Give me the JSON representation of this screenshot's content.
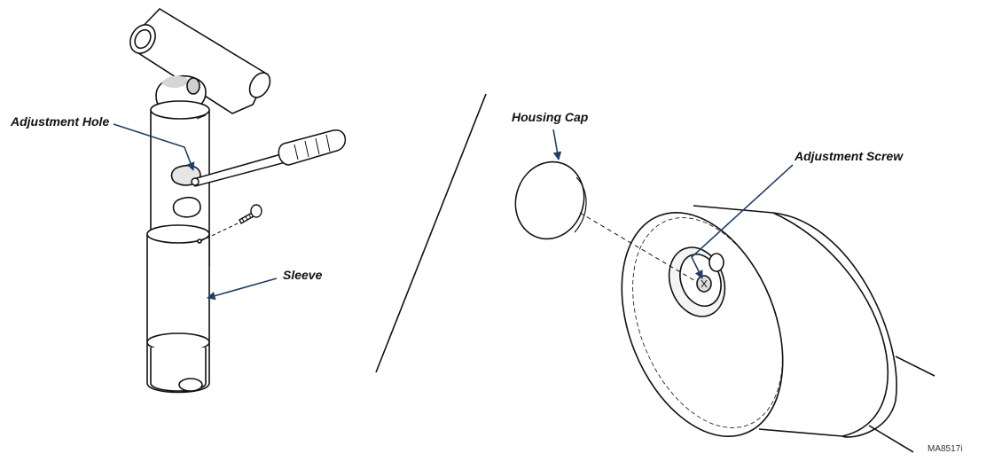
{
  "labels": {
    "adjustment_hole": "Adjustment Hole",
    "sleeve": "Sleeve",
    "housing_cap": "Housing Cap",
    "adjustment_screw": "Adjustment Screw",
    "figure_code": "MA8517i"
  },
  "colors": {
    "leader": "#1f3f66",
    "outline": "#111111",
    "shade": "#cfcfcf"
  }
}
